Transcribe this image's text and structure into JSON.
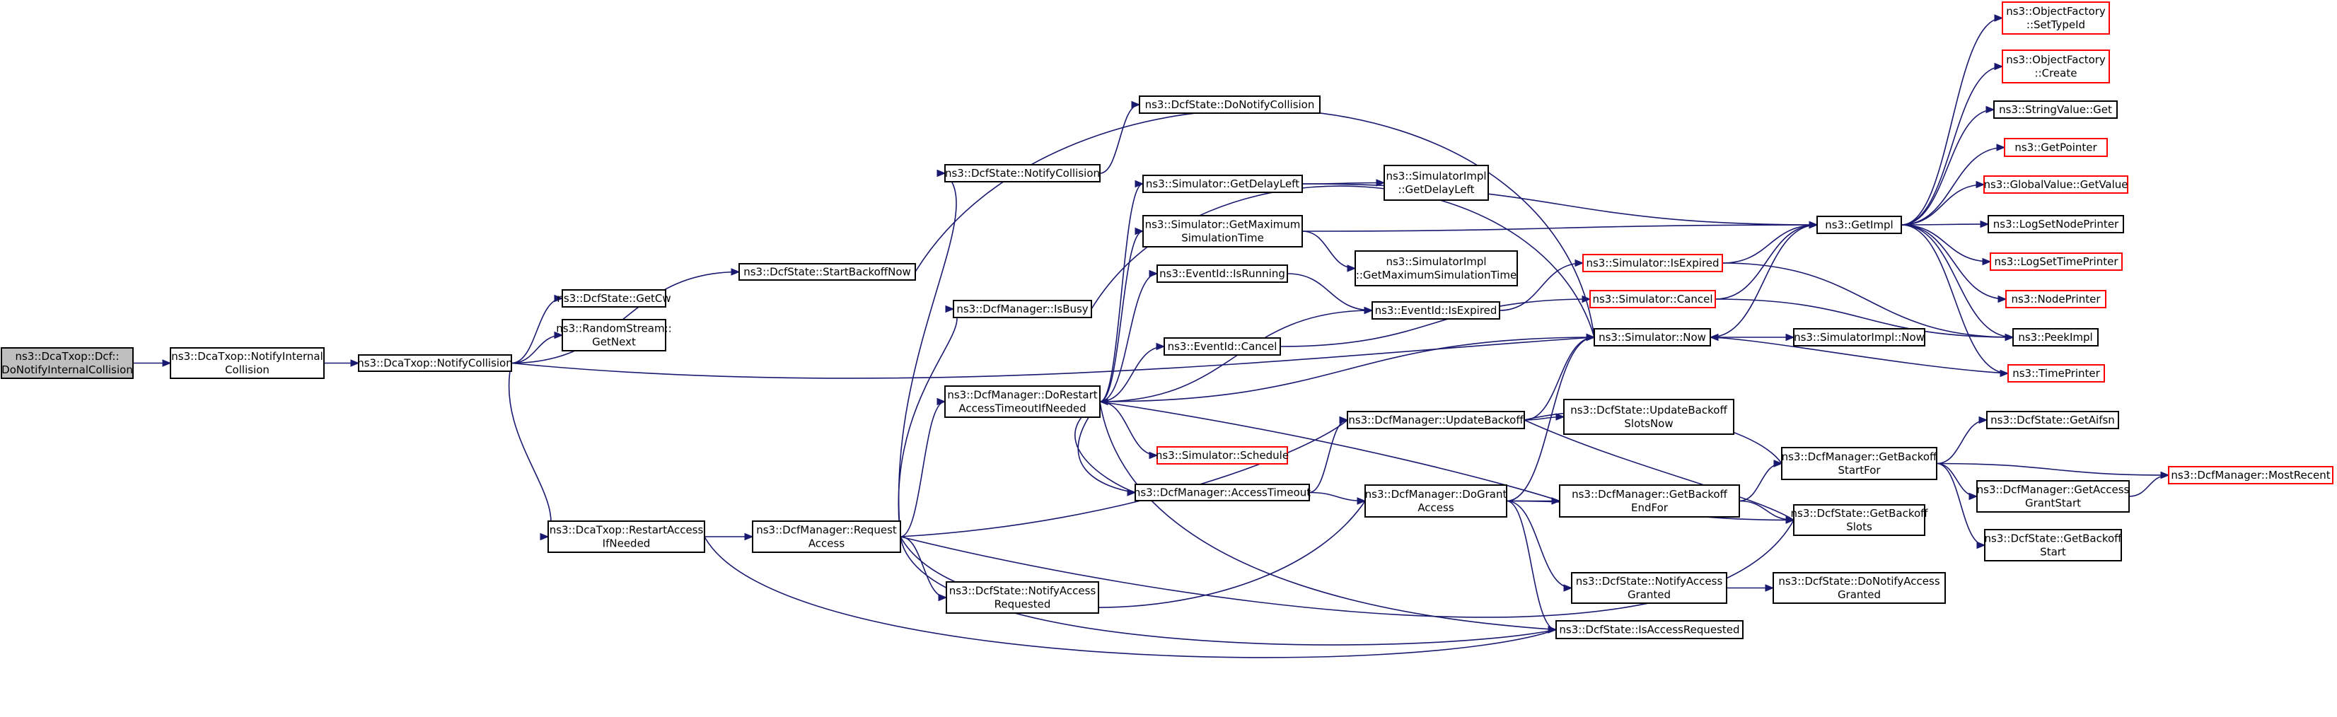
{
  "diagram": {
    "edge_color": "#191970",
    "nodes": [
      {
        "id": "root",
        "lines": [
          "ns3::DcaTxop::Dcf::",
          "DoNotifyInternalCollision"
        ],
        "style": "root"
      },
      {
        "id": "notifyInternalCollision",
        "lines": [
          "ns3::DcaTxop::NotifyInternal",
          "Collision"
        ],
        "style": "normal"
      },
      {
        "id": "notifyCollision",
        "lines": [
          "ns3::DcaTxop::NotifyCollision"
        ],
        "style": "normal"
      },
      {
        "id": "getCw",
        "lines": [
          "ns3::DcfState::GetCw"
        ],
        "style": "normal"
      },
      {
        "id": "getNext",
        "lines": [
          "ns3::RandomStream::",
          "GetNext"
        ],
        "style": "normal"
      },
      {
        "id": "restartAccess",
        "lines": [
          "ns3::DcaTxop::RestartAccess",
          "IfNeeded"
        ],
        "style": "normal"
      },
      {
        "id": "startBackoffNow",
        "lines": [
          "ns3::DcfState::StartBackoffNow"
        ],
        "style": "normal"
      },
      {
        "id": "dcfNotifyCollision",
        "lines": [
          "ns3::DcfState::NotifyCollision"
        ],
        "style": "normal"
      },
      {
        "id": "doNotifyCollision",
        "lines": [
          "ns3::DcfState::DoNotifyCollision"
        ],
        "style": "normal"
      },
      {
        "id": "isBusy",
        "lines": [
          "ns3::DcfManager::IsBusy"
        ],
        "style": "normal"
      },
      {
        "id": "doRestart",
        "lines": [
          "ns3::DcfManager::DoRestart",
          "AccessTimeoutIfNeeded"
        ],
        "style": "normal"
      },
      {
        "id": "requestAccess",
        "lines": [
          "ns3::DcfManager::Request",
          "Access"
        ],
        "style": "normal"
      },
      {
        "id": "notifyAccessRequested",
        "lines": [
          "ns3::DcfState::NotifyAccess",
          "Requested"
        ],
        "style": "normal"
      },
      {
        "id": "getDelayLeft",
        "lines": [
          "ns3::Simulator::GetDelayLeft"
        ],
        "style": "normal"
      },
      {
        "id": "getMaxSimTime",
        "lines": [
          "ns3::Simulator::GetMaximum",
          "SimulationTime"
        ],
        "style": "normal"
      },
      {
        "id": "isRunning",
        "lines": [
          "ns3::EventId::IsRunning"
        ],
        "style": "normal"
      },
      {
        "id": "eventCancel",
        "lines": [
          "ns3::EventId::Cancel"
        ],
        "style": "normal"
      },
      {
        "id": "schedule",
        "lines": [
          "ns3::Simulator::Schedule"
        ],
        "style": "red"
      },
      {
        "id": "accessTimeout",
        "lines": [
          "ns3::DcfManager::AccessTimeout"
        ],
        "style": "normal"
      },
      {
        "id": "implGetDelayLeft",
        "lines": [
          "ns3::SimulatorImpl",
          "::GetDelayLeft"
        ],
        "style": "normal"
      },
      {
        "id": "implGetMaxSimTime",
        "lines": [
          "ns3::SimulatorImpl",
          "::GetMaximumSimulationTime"
        ],
        "style": "normal"
      },
      {
        "id": "isExpired",
        "lines": [
          "ns3::EventId::IsExpired"
        ],
        "style": "normal"
      },
      {
        "id": "simIsExpired",
        "lines": [
          "ns3::Simulator::IsExpired"
        ],
        "style": "red"
      },
      {
        "id": "simCancel",
        "lines": [
          "ns3::Simulator::Cancel"
        ],
        "style": "red"
      },
      {
        "id": "simNow",
        "lines": [
          "ns3::Simulator::Now"
        ],
        "style": "normal"
      },
      {
        "id": "updateBackoff",
        "lines": [
          "ns3::DcfManager::UpdateBackoff"
        ],
        "style": "normal"
      },
      {
        "id": "doGrantAccess",
        "lines": [
          "ns3::DcfManager::DoGrant",
          "Access"
        ],
        "style": "normal"
      },
      {
        "id": "updateBackoffSlotsNow",
        "lines": [
          "ns3::DcfState::UpdateBackoff",
          "SlotsNow"
        ],
        "style": "normal"
      },
      {
        "id": "getBackoffEndFor",
        "lines": [
          "ns3::DcfManager::GetBackoff",
          "EndFor"
        ],
        "style": "normal"
      },
      {
        "id": "notifyAccessGranted",
        "lines": [
          "ns3::DcfState::NotifyAccess",
          "Granted"
        ],
        "style": "normal"
      },
      {
        "id": "isAccessRequested",
        "lines": [
          "ns3::DcfState::IsAccessRequested"
        ],
        "style": "normal"
      },
      {
        "id": "getImpl",
        "lines": [
          "ns3::GetImpl"
        ],
        "style": "normal"
      },
      {
        "id": "implNow",
        "lines": [
          "ns3::SimulatorImpl::Now"
        ],
        "style": "normal"
      },
      {
        "id": "getBackoffStartFor",
        "lines": [
          "ns3::DcfManager::GetBackoff",
          "StartFor"
        ],
        "style": "normal"
      },
      {
        "id": "getBackoffSlots",
        "lines": [
          "ns3::DcfState::GetBackoff",
          "Slots"
        ],
        "style": "normal"
      },
      {
        "id": "doNotifyAccessGranted",
        "lines": [
          "ns3::DcfState::DoNotifyAccess",
          "Granted"
        ],
        "style": "normal"
      },
      {
        "id": "getAifsn",
        "lines": [
          "ns3::DcfState::GetAifsn"
        ],
        "style": "normal"
      },
      {
        "id": "getAccessGrantStart",
        "lines": [
          "ns3::DcfManager::GetAccess",
          "GrantStart"
        ],
        "style": "normal"
      },
      {
        "id": "getBackoffStart",
        "lines": [
          "ns3::DcfState::GetBackoff",
          "Start"
        ],
        "style": "normal"
      },
      {
        "id": "mostRecent",
        "lines": [
          "ns3::DcfManager::MostRecent"
        ],
        "style": "red"
      },
      {
        "id": "setTypeId",
        "lines": [
          "ns3::ObjectFactory",
          "::SetTypeId"
        ],
        "style": "red"
      },
      {
        "id": "ofCreate",
        "lines": [
          "ns3::ObjectFactory",
          "::Create"
        ],
        "style": "red"
      },
      {
        "id": "stringValueGet",
        "lines": [
          "ns3::StringValue::Get"
        ],
        "style": "normal"
      },
      {
        "id": "getPointer",
        "lines": [
          "ns3::GetPointer"
        ],
        "style": "red"
      },
      {
        "id": "globalValueGet",
        "lines": [
          "ns3::GlobalValue::GetValue"
        ],
        "style": "red"
      },
      {
        "id": "logSetNodePrinter",
        "lines": [
          "ns3::LogSetNodePrinter"
        ],
        "style": "normal"
      },
      {
        "id": "logSetTimePrinter",
        "lines": [
          "ns3::LogSetTimePrinter"
        ],
        "style": "red"
      },
      {
        "id": "nodePrinter",
        "lines": [
          "ns3::NodePrinter"
        ],
        "style": "red"
      },
      {
        "id": "peekImpl",
        "lines": [
          "ns3::PeekImpl"
        ],
        "style": "normal"
      },
      {
        "id": "timePrinter",
        "lines": [
          "ns3::TimePrinter"
        ],
        "style": "red"
      }
    ],
    "edges": [
      [
        "root",
        "notifyInternalCollision"
      ],
      [
        "notifyInternalCollision",
        "notifyCollision"
      ],
      [
        "notifyCollision",
        "getCw"
      ],
      [
        "notifyCollision",
        "getNext"
      ],
      [
        "notifyCollision",
        "startBackoffNow"
      ],
      [
        "notifyCollision",
        "restartAccess"
      ],
      [
        "notifyCollision",
        "simNow"
      ],
      [
        "startBackoffNow",
        "simNow"
      ],
      [
        "restartAccess",
        "requestAccess"
      ],
      [
        "restartAccess",
        "isAccessRequested"
      ],
      [
        "requestAccess",
        "dcfNotifyCollision"
      ],
      [
        "requestAccess",
        "isBusy"
      ],
      [
        "requestAccess",
        "doRestart"
      ],
      [
        "requestAccess",
        "notifyAccessRequested"
      ],
      [
        "requestAccess",
        "updateBackoff"
      ],
      [
        "requestAccess",
        "doGrantAccess"
      ],
      [
        "requestAccess",
        "isAccessRequested"
      ],
      [
        "requestAccess",
        "getBackoffSlots"
      ],
      [
        "dcfNotifyCollision",
        "doNotifyCollision"
      ],
      [
        "isBusy",
        "simNow"
      ],
      [
        "doRestart",
        "getDelayLeft"
      ],
      [
        "doRestart",
        "getMaxSimTime"
      ],
      [
        "doRestart",
        "isRunning"
      ],
      [
        "doRestart",
        "isExpired"
      ],
      [
        "doRestart",
        "eventCancel"
      ],
      [
        "doRestart",
        "schedule"
      ],
      [
        "doRestart",
        "accessTimeout"
      ],
      [
        "doRestart",
        "simNow"
      ],
      [
        "doRestart",
        "getBackoffEndFor"
      ],
      [
        "doRestart",
        "isAccessRequested"
      ],
      [
        "accessTimeout",
        "doRestart"
      ],
      [
        "accessTimeout",
        "updateBackoff"
      ],
      [
        "accessTimeout",
        "doGrantAccess"
      ],
      [
        "getDelayLeft",
        "implGetDelayLeft"
      ],
      [
        "getDelayLeft",
        "getImpl"
      ],
      [
        "getMaxSimTime",
        "implGetMaxSimTime"
      ],
      [
        "getMaxSimTime",
        "getImpl"
      ],
      [
        "isRunning",
        "isExpired"
      ],
      [
        "isExpired",
        "simIsExpired"
      ],
      [
        "eventCancel",
        "simCancel"
      ],
      [
        "simIsExpired",
        "getImpl"
      ],
      [
        "simIsExpired",
        "peekImpl"
      ],
      [
        "simCancel",
        "getImpl"
      ],
      [
        "simCancel",
        "peekImpl"
      ],
      [
        "simNow",
        "getImpl"
      ],
      [
        "simNow",
        "implNow"
      ],
      [
        "updateBackoff",
        "simNow"
      ],
      [
        "updateBackoff",
        "updateBackoffSlotsNow"
      ],
      [
        "updateBackoff",
        "getBackoffStartFor"
      ],
      [
        "updateBackoff",
        "getBackoffSlots"
      ],
      [
        "doGrantAccess",
        "simNow"
      ],
      [
        "doGrantAccess",
        "getBackoffEndFor"
      ],
      [
        "doGrantAccess",
        "getBackoffSlots"
      ],
      [
        "doGrantAccess",
        "notifyAccessGranted"
      ],
      [
        "doGrantAccess",
        "isAccessRequested"
      ],
      [
        "getBackoffEndFor",
        "getBackoffStartFor"
      ],
      [
        "getBackoffEndFor",
        "getBackoffSlots"
      ],
      [
        "notifyAccessGranted",
        "doNotifyAccessGranted"
      ],
      [
        "getBackoffStartFor",
        "getAifsn"
      ],
      [
        "getBackoffStartFor",
        "getAccessGrantStart"
      ],
      [
        "getBackoffStartFor",
        "getBackoffStart"
      ],
      [
        "getBackoffStartFor",
        "mostRecent"
      ],
      [
        "getAccessGrantStart",
        "mostRecent"
      ],
      [
        "getImpl",
        "setTypeId"
      ],
      [
        "getImpl",
        "ofCreate"
      ],
      [
        "getImpl",
        "stringValueGet"
      ],
      [
        "getImpl",
        "getPointer"
      ],
      [
        "getImpl",
        "globalValueGet"
      ],
      [
        "getImpl",
        "logSetNodePrinter"
      ],
      [
        "getImpl",
        "logSetTimePrinter"
      ],
      [
        "getImpl",
        "nodePrinter"
      ],
      [
        "getImpl",
        "peekImpl"
      ],
      [
        "getImpl",
        "timePrinter"
      ],
      [
        "timePrinter",
        "simNow"
      ]
    ]
  }
}
